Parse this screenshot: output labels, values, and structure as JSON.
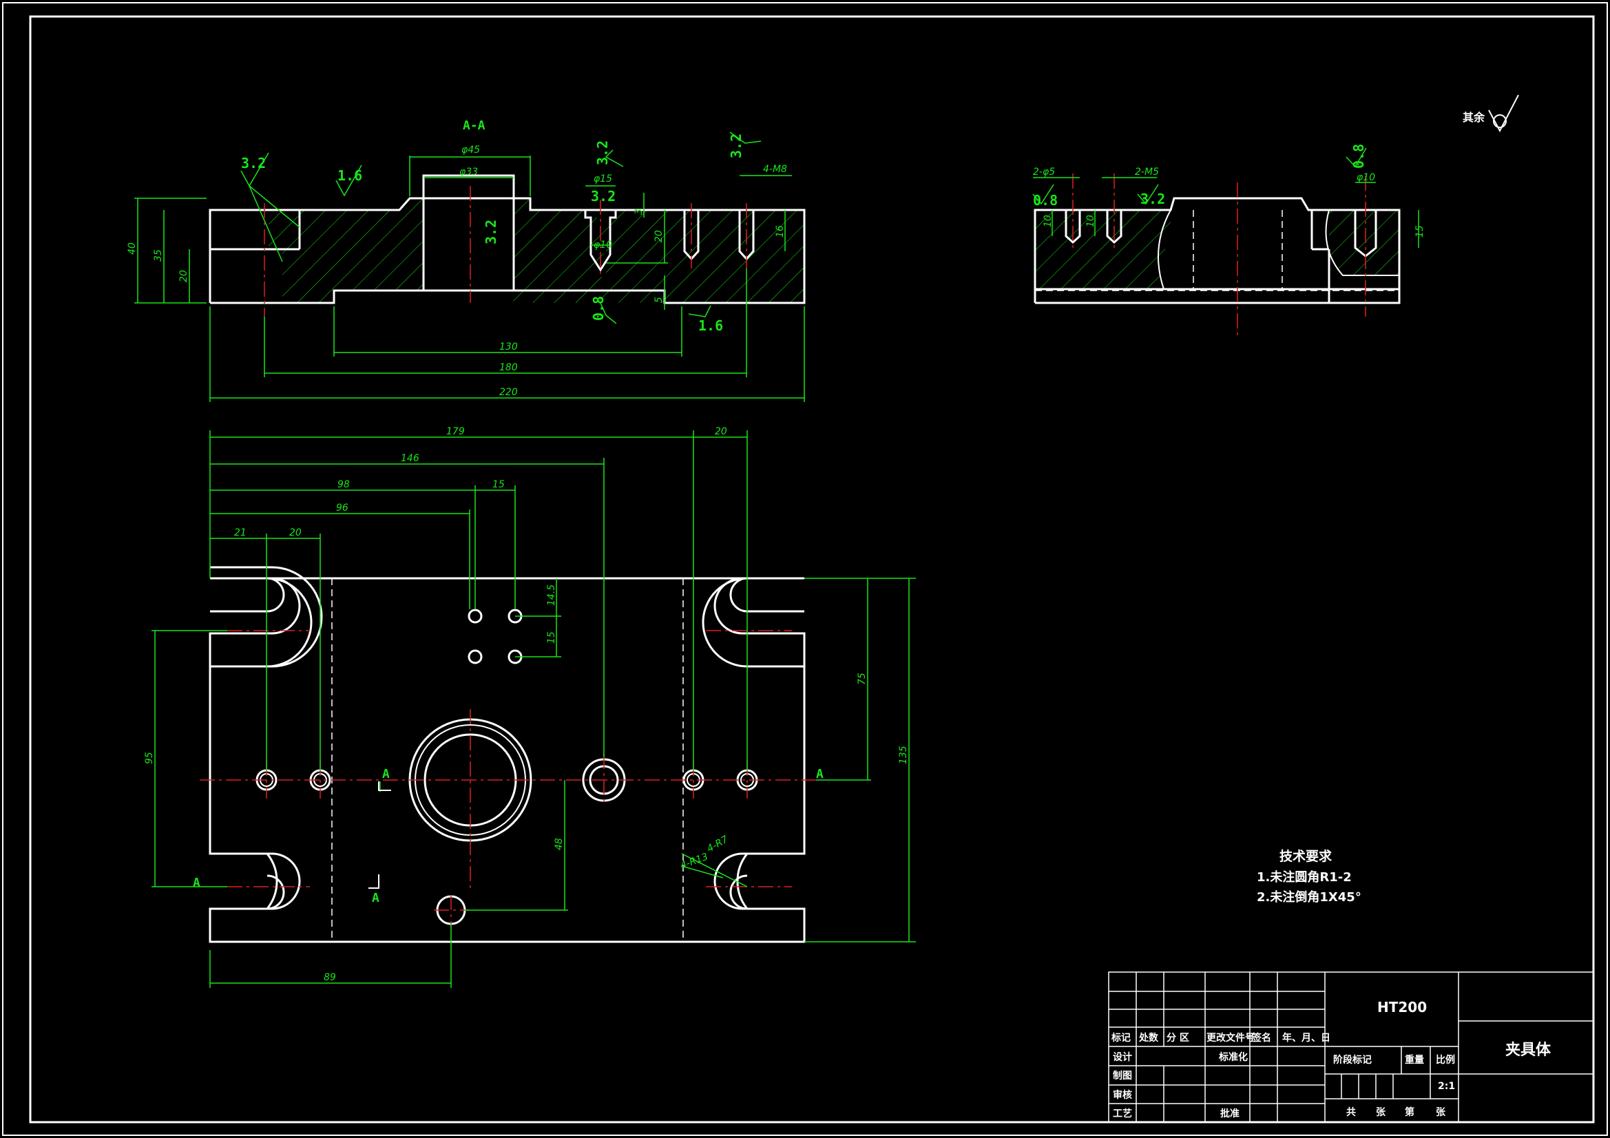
{
  "section_label": "A-A",
  "surface_finish_other": "其余",
  "top_view": {
    "roughness": [
      "3.2",
      "1.6",
      "3.2",
      "3.2",
      "3.2",
      "0.8",
      "1.6"
    ],
    "dims": {
      "d45": "φ45",
      "d33": "φ33",
      "d15": "φ15",
      "d10": "φ10",
      "m8": "4-M8",
      "h40": "40",
      "h35": "35",
      "h20": "20",
      "h3": "3",
      "h20b": "20",
      "h5": "5",
      "h16": "16",
      "l130": "130",
      "l180": "180",
      "l220": "220"
    }
  },
  "side_view": {
    "roughness": [
      "0.8",
      "3.2",
      "0.8"
    ],
    "dims": {
      "d5": "2-φ5",
      "m5": "2-M5",
      "d10": "φ10",
      "h10": "10",
      "h10b": "10",
      "h15": "15"
    }
  },
  "plan_view": {
    "dims": {
      "l179": "179",
      "l20a": "20",
      "l146": "146",
      "l98": "98",
      "l15": "15",
      "l96": "96",
      "l21": "21",
      "l20b": "20",
      "v145": "14.5",
      "v15": "15",
      "v75": "75",
      "v95": "95",
      "v135": "135",
      "v48": "48",
      "r7": "4-R7",
      "r13": "4-R13",
      "l89": "89"
    },
    "section_marks": [
      "A",
      "A",
      "A",
      "A"
    ]
  },
  "tech_req": {
    "title": "技术要求",
    "items": [
      "1.未注圆角R1-2",
      "2.未注倒角1X45°"
    ]
  },
  "title_block": {
    "material": "HT200",
    "part_name": "夹具体",
    "scale": "2:1",
    "headers": [
      "标记",
      "处数",
      "分  区",
      "更改文件号",
      "签名",
      "年、月、日"
    ],
    "rows": [
      "设计",
      "制图",
      "审核",
      "工艺"
    ],
    "standardize": "标准化",
    "approve": "批准",
    "stage_mark": "阶段标记",
    "weight": "重量",
    "ratio": "比例",
    "sheets": [
      "共",
      "张",
      "第",
      "张"
    ]
  }
}
